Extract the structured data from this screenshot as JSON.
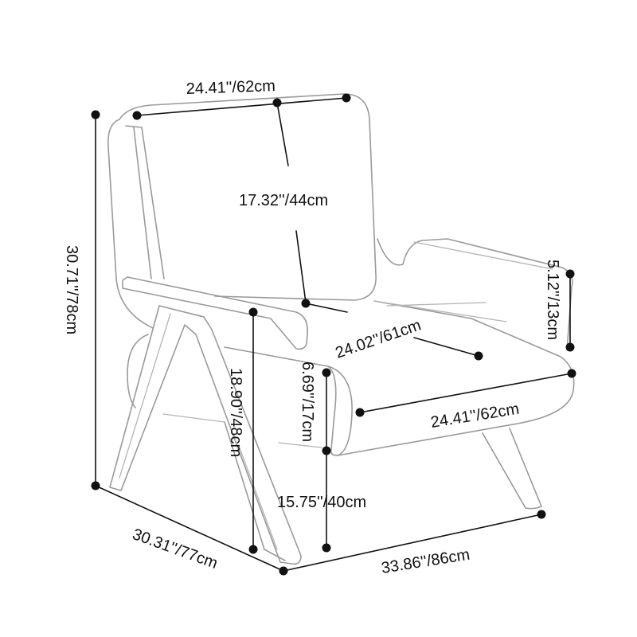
{
  "diagram": {
    "labels": {
      "back_width": "24.41''/62cm",
      "back_height": "17.32''/44cm",
      "total_height": "30.71''/78cm",
      "armrest_height": "5.12''/13cm",
      "seat_depth": "24.02''/61cm",
      "cushion_thickness": "6.69''/17cm",
      "armrest_floor_height": "18.90''/48cm",
      "seat_width": "24.41''/62cm",
      "seat_height": "15.75''/40cm",
      "overall_depth": "30.31''/77cm",
      "overall_width": "33.86''/86cm"
    },
    "colors": {
      "outline": "#9a9a9a",
      "dimension": "#111111"
    }
  }
}
